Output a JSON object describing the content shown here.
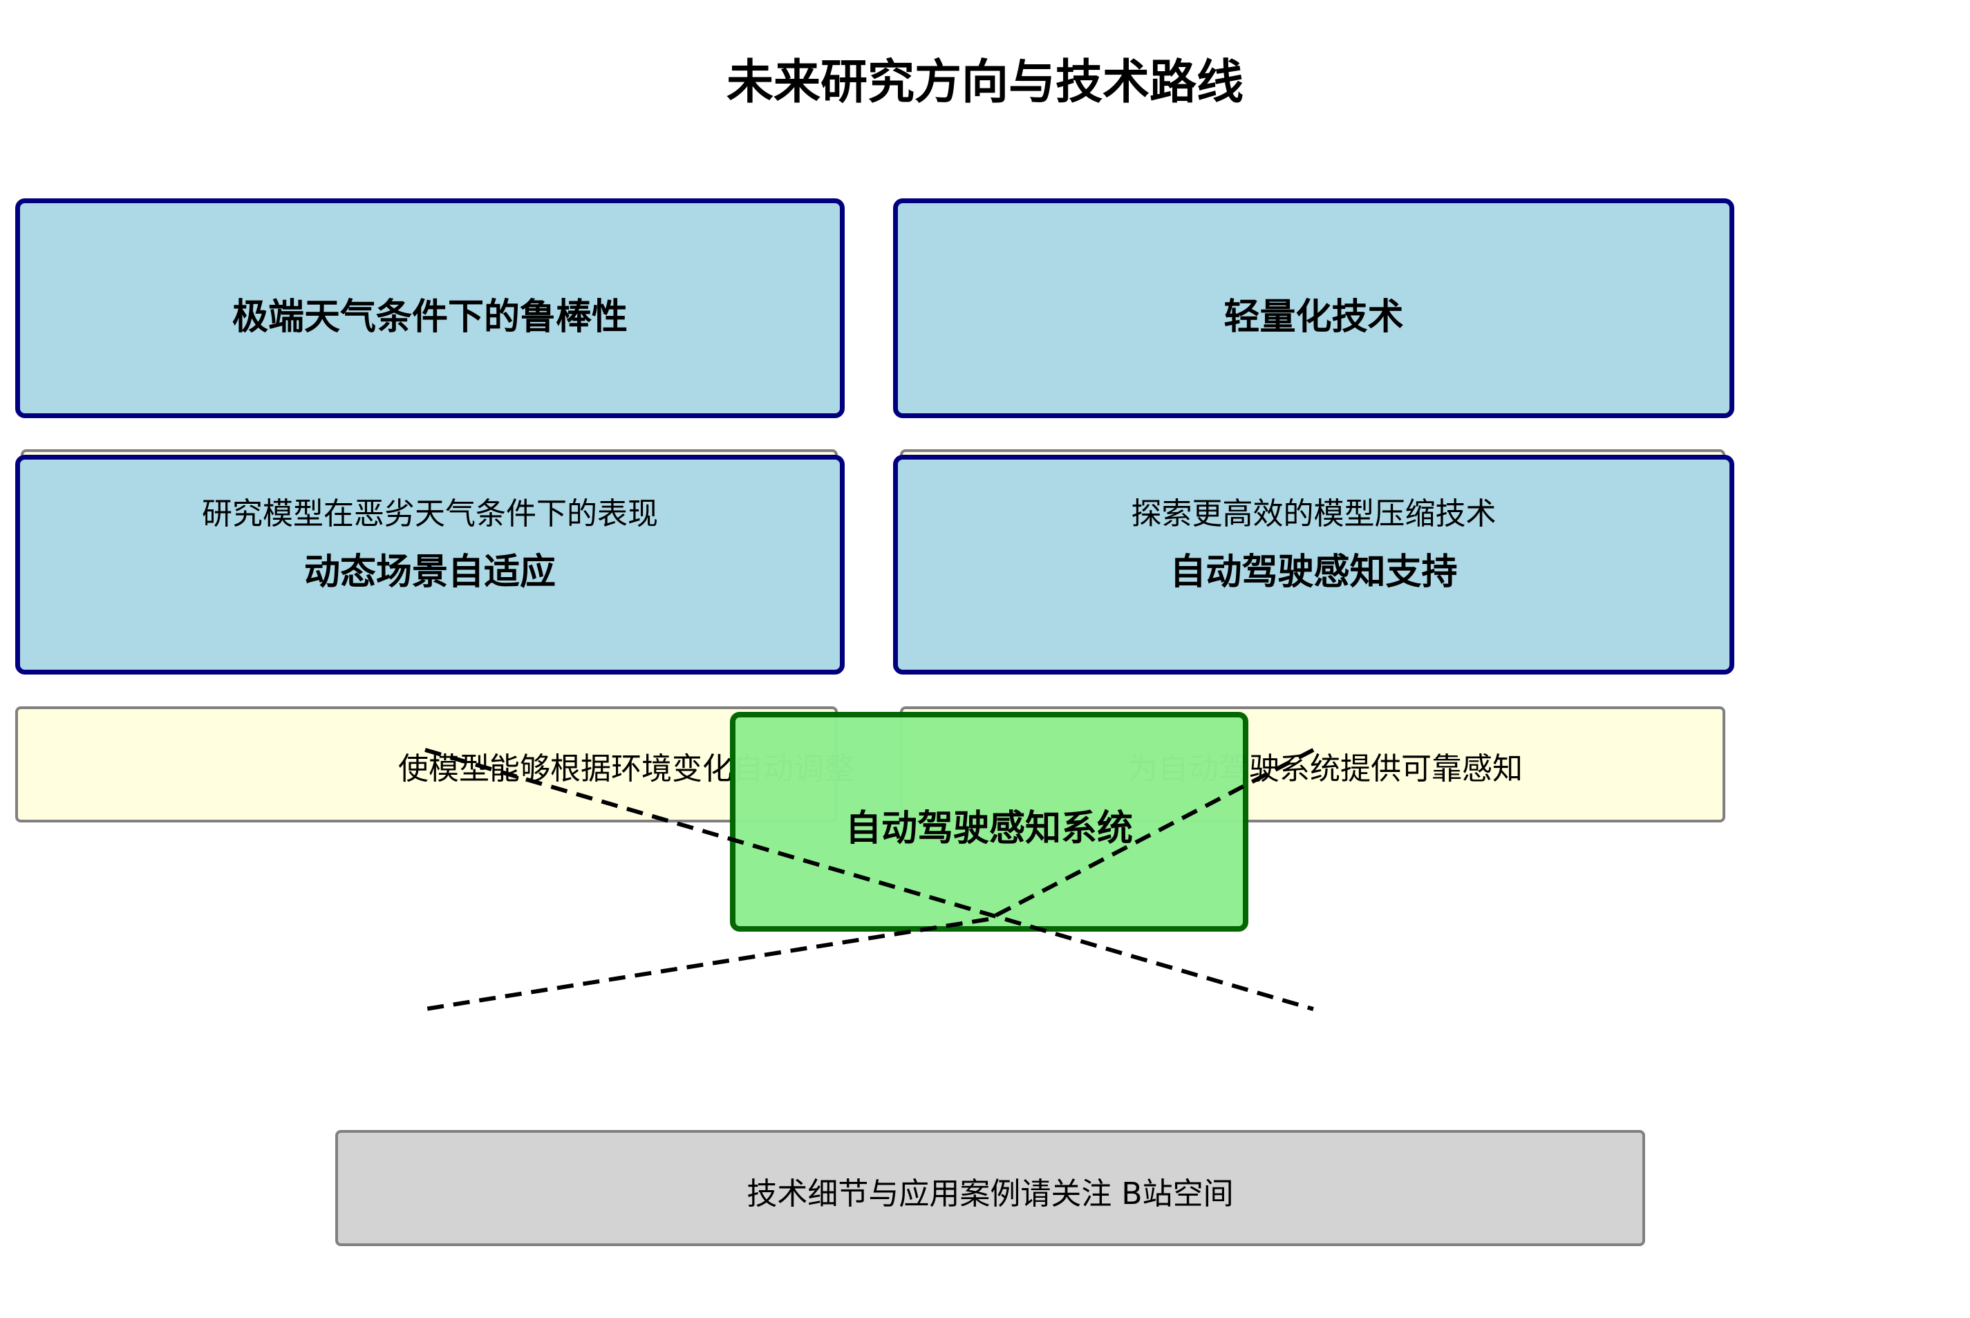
{
  "title": "未来研究方向与技术路线",
  "directions": [
    {
      "heading": "极端天气条件下的鲁棒性",
      "description": "研究模型在恶劣天气条件下的表现"
    },
    {
      "heading": "轻量化技术",
      "description": "探索更高效的模型压缩技术"
    },
    {
      "heading": "动态场景自适应",
      "description": "使模型能够根据环境变化自动调整"
    },
    {
      "heading": "自动驾驶感知支持",
      "description": "为自动驾驶系统提供可靠感知"
    }
  ],
  "center": {
    "label": "自动驾驶感知系统"
  },
  "footer": {
    "text": "技术细节与应用案例请关注 B站空间"
  },
  "colors": {
    "direction_fill": "#add8e6",
    "direction_border": "#00007f",
    "description_fill": "#fffede",
    "center_fill": "#90ee90",
    "center_border": "#006400",
    "footer_fill": "#d3d3d3"
  }
}
